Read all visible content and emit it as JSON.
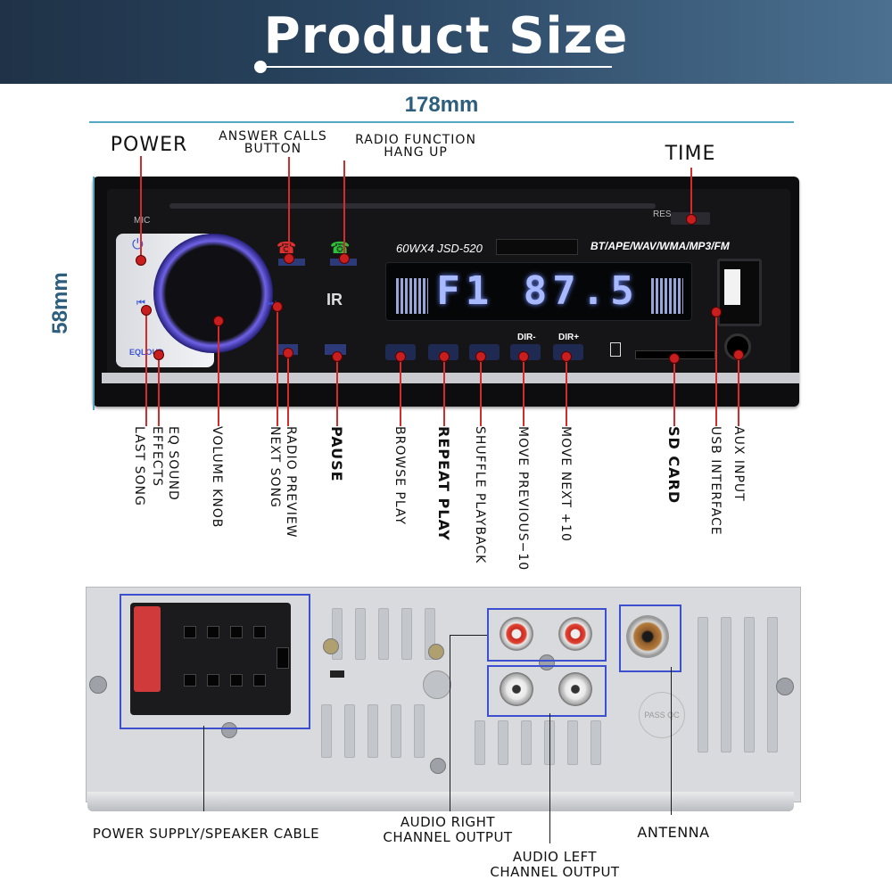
{
  "banner": {
    "title": "Product Size"
  },
  "dimensions": {
    "width": "178mm",
    "height": "58mm"
  },
  "unit": {
    "model_left": "60WX4   JSD-520",
    "model_right": "BT/APE/WAV/WMA/MP3/FM",
    "display": "F1 87.5",
    "mic": "MIC",
    "res": "RES",
    "ir": "IR",
    "dir_minus": "DIR-",
    "dir_plus": "DIR+",
    "eq_loud": "EQLOUD"
  },
  "callouts_top": {
    "power": "POWER",
    "answer_calls": [
      "ANSWER CALLS",
      "BUTTON"
    ],
    "radio_function": [
      "RADIO FUNCTION",
      "HANG UP"
    ],
    "time": "TIME"
  },
  "callouts_vertical": {
    "last_song": "LAST SONG",
    "eq_sound": "EQ SOUND",
    "effects": "EFFECTS",
    "volume_knob": "VOLUME KNOB",
    "radio_preview": "RADIO PREVIEW",
    "next_song": "NEXT SONG",
    "pause": "PAUSE",
    "browse_play": "BROWSE PLAY",
    "repeat_play": "REPEAT PLAY",
    "shuffle_playback": "SHUFFLE PLAYBACK",
    "move_previous": "MOVE PREVIOUS−10",
    "move_next": "MOVE NEXT +10",
    "sd_card": "SD CARD",
    "usb_interface": "USB INTERFACE",
    "aux_input": "AUX INPUT"
  },
  "callouts_bottom": {
    "power_supply": "POWER SUPPLY/SPEAKER CABLE",
    "audio_right": [
      "AUDIO RIGHT",
      "CHANNEL OUTPUT"
    ],
    "audio_left": [
      "AUDIO LEFT",
      "CHANNEL OUTPUT"
    ],
    "antenna": "ANTENNA",
    "pass_stamp": "PASS QC"
  },
  "colors": {
    "banner": "#2b4763",
    "dimension_text": "#2e5e7e",
    "callout_red": "#d42b2b",
    "highlight_blue": "#3b4fcf"
  }
}
